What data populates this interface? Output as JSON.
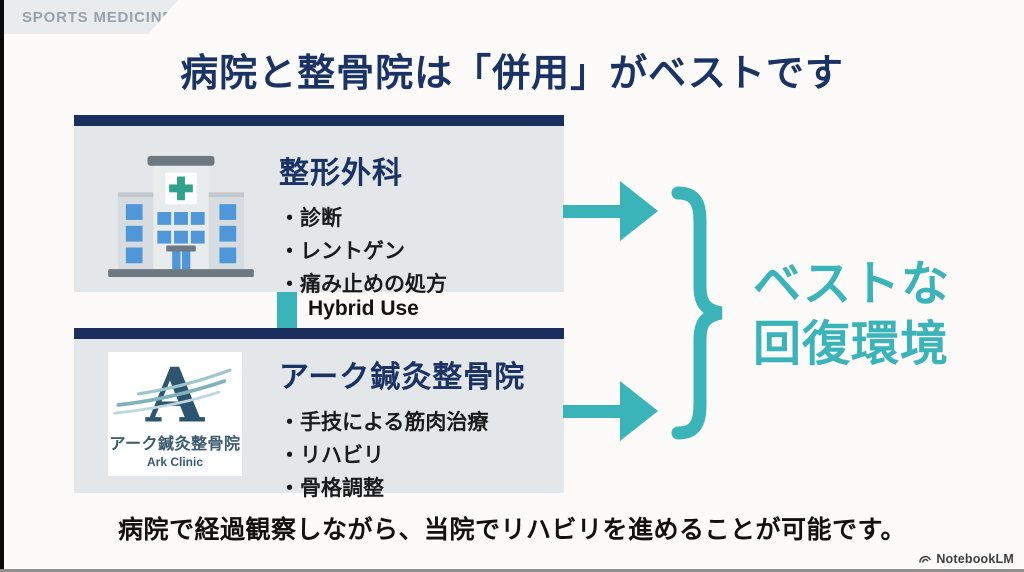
{
  "page": {
    "tag": "SPORTS MEDICINE",
    "title": "病院と整骨院は「併用」がベストです",
    "caption": "病院で経過観察しながら、当院でリハビリを進めることが可能です。",
    "watermark": "NotebookLM"
  },
  "boxes": [
    {
      "icon": "hospital-building-icon",
      "heading": "整形外科",
      "bullets": [
        "診断",
        "レントゲン",
        "痛み止めの処方"
      ]
    },
    {
      "icon": "ark-clinic-logo",
      "heading": "アーク鍼灸整骨院",
      "logo": {
        "letter": "A",
        "name_ja": "アーク鍼灸整骨院",
        "name_en": "Ark Clinic"
      },
      "bullets": [
        "手技による筋肉治療",
        "リハビリ",
        "骨格調整"
      ]
    }
  ],
  "connector": {
    "label": "Hybrid Use"
  },
  "result": {
    "line1": "ベストな",
    "line2": "回復環境"
  },
  "colors": {
    "navy": "#1b2f5e",
    "title_navy": "#1b3264",
    "teal": "#3bb4b9",
    "box_bg": "#e3e7ea",
    "tag_bg": "#e9ebed",
    "tag_text": "#96a2ae",
    "cross_green": "#2fa28b",
    "window_blue": "#4f97d9",
    "text_black": "#111111"
  }
}
